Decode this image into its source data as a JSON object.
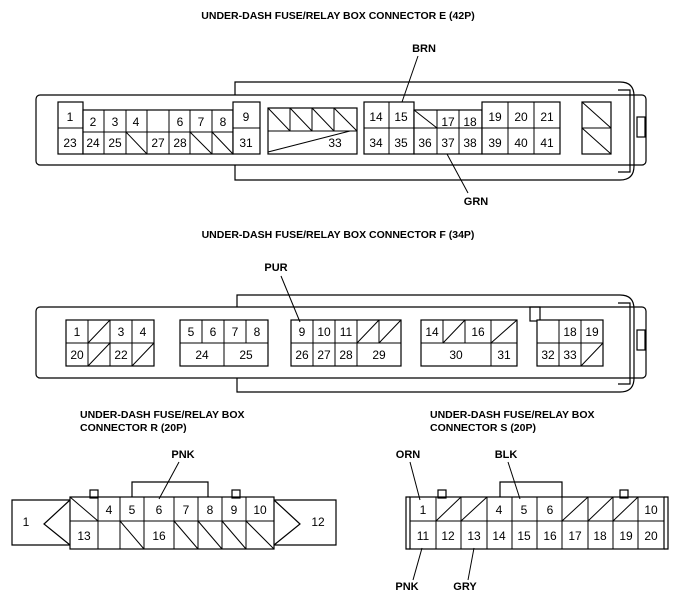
{
  "titles": {
    "e": "UNDER-DASH FUSE/RELAY BOX CONNECTOR E (42P)",
    "f": "UNDER-DASH FUSE/RELAY BOX CONNECTOR F (34P)",
    "r_line1": "UNDER-DASH FUSE/RELAY BOX",
    "r_line2": "CONNECTOR R (20P)",
    "s_line1": "UNDER-DASH FUSE/RELAY BOX",
    "s_line2": "CONNECTOR S (20P)"
  },
  "wire_labels": {
    "e_top": "BRN",
    "e_bottom": "GRN",
    "f_top": "PUR",
    "r_top": "PNK",
    "s_top_left": "ORN",
    "s_top_right": "BLK",
    "s_bottom_left": "PNK",
    "s_bottom_right": "GRY"
  },
  "pins": {
    "e": [
      "1",
      "2",
      "3",
      "4",
      "6",
      "7",
      "8",
      "9",
      "23",
      "24",
      "25",
      "27",
      "28",
      "31",
      "33",
      "14",
      "15",
      "17",
      "18",
      "19",
      "20",
      "21",
      "34",
      "35",
      "36",
      "37",
      "38",
      "39",
      "40",
      "41"
    ],
    "f": [
      "1",
      "3",
      "4",
      "5",
      "6",
      "7",
      "8",
      "9",
      "10",
      "11",
      "14",
      "16",
      "18",
      "19",
      "20",
      "22",
      "24",
      "25",
      "26",
      "27",
      "28",
      "29",
      "30",
      "31",
      "32",
      "33"
    ],
    "r": [
      "1",
      "4",
      "5",
      "6",
      "7",
      "8",
      "9",
      "10",
      "12",
      "13",
      "16"
    ],
    "s": [
      "1",
      "4",
      "5",
      "6",
      "10",
      "11",
      "12",
      "13",
      "14",
      "15",
      "16",
      "17",
      "18",
      "19",
      "20"
    ]
  }
}
